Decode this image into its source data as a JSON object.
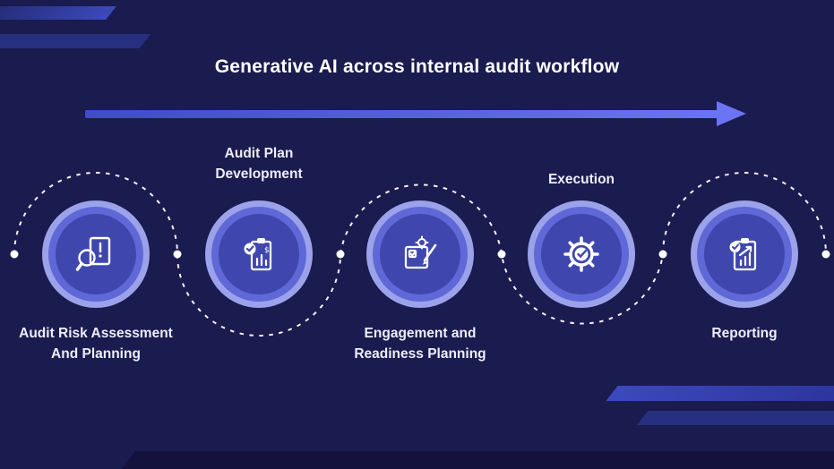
{
  "title": "Generative AI across internal audit workflow",
  "steps": [
    {
      "label": "Audit Risk Assessment\nAnd Planning",
      "icon": "risk-assessment-icon",
      "label_position": "bottom"
    },
    {
      "label": "Audit Plan\nDevelopment",
      "icon": "plan-development-icon",
      "label_position": "top"
    },
    {
      "label": "Engagement and\nReadiness Planning",
      "icon": "engagement-planning-icon",
      "label_position": "bottom"
    },
    {
      "label": "Execution",
      "icon": "execution-gear-icon",
      "label_position": "top"
    },
    {
      "label": "Reporting",
      "icon": "reporting-icon",
      "label_position": "bottom"
    }
  ],
  "colors": {
    "background": "#1a1b4e",
    "arrow_gradient_start": "#3e4bcb",
    "arrow_gradient_end": "#6b74f2",
    "circle_outer_ring": "#9ba2ea",
    "circle_mid": "#5f68d6",
    "circle_inner": "#3f47ae",
    "dashed_path": "#ffffff",
    "label_text": "#eceefb",
    "title_text": "#ffffff"
  }
}
